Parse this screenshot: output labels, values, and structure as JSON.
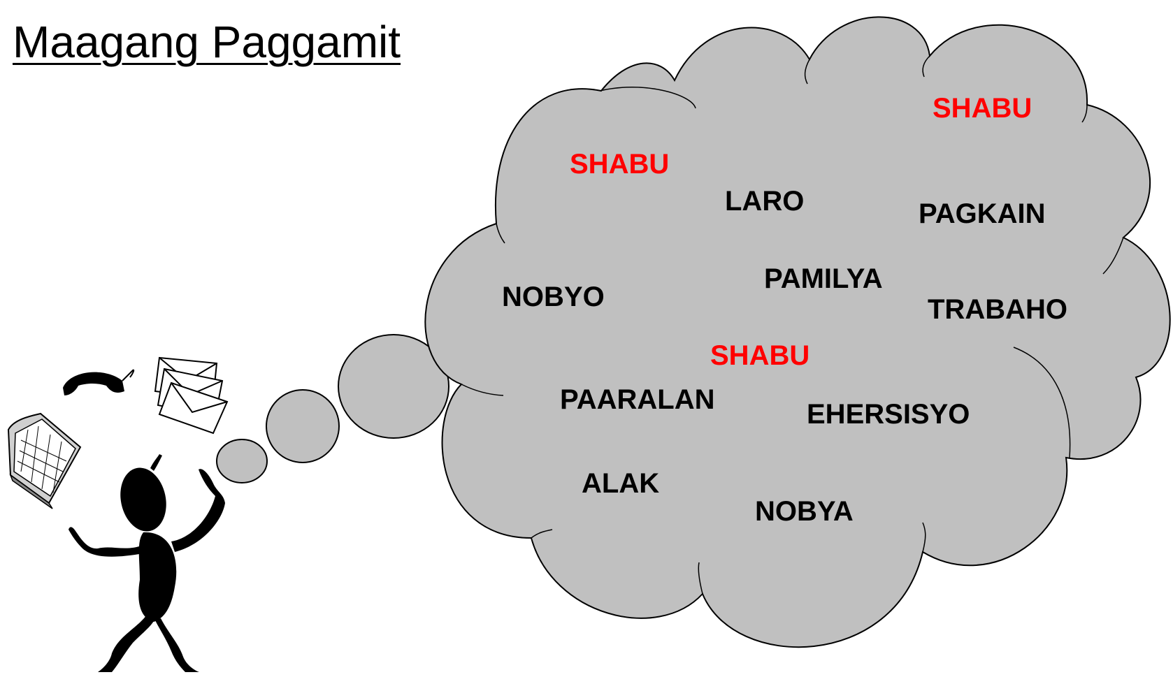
{
  "title": "Maagang Paggamit",
  "colors": {
    "cloud_fill": "#c0c0c0",
    "cloud_stroke": "#000000",
    "highlight": "#ff0000",
    "normal": "#000000"
  },
  "words": [
    {
      "text": "SHABU",
      "highlight": true
    },
    {
      "text": "SHABU",
      "highlight": true
    },
    {
      "text": "LARO",
      "highlight": false
    },
    {
      "text": "PAGKAIN",
      "highlight": false
    },
    {
      "text": "PAMILYA",
      "highlight": false
    },
    {
      "text": "NOBYO",
      "highlight": false
    },
    {
      "text": "TRABAHO",
      "highlight": false
    },
    {
      "text": "SHABU",
      "highlight": true
    },
    {
      "text": "PAARALAN",
      "highlight": false
    },
    {
      "text": "EHERSISYO",
      "highlight": false
    },
    {
      "text": "ALAK",
      "highlight": false
    },
    {
      "text": "NOBYA",
      "highlight": false
    }
  ],
  "icons": [
    "telephone-icon",
    "envelopes-icon",
    "calendar-icon",
    "stressed-person-icon"
  ]
}
